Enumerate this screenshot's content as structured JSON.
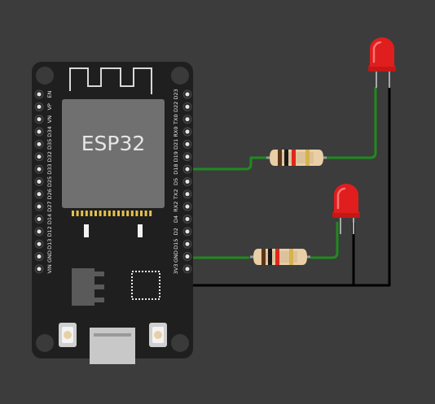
{
  "board": {
    "chip_label": "ESP32",
    "left_pins": [
      "EN",
      "VP",
      "VN",
      "D34",
      "D35",
      "D32",
      "D33",
      "D25",
      "D26",
      "D27",
      "D14",
      "D12",
      "D13",
      "GND",
      "VIN"
    ],
    "right_pins": [
      "D23",
      "D22",
      "TX0",
      "RX0",
      "D21",
      "D19",
      "D18",
      "D5",
      "TX2",
      "RX2",
      "D4",
      "D2",
      "D15",
      "GND",
      "3V3"
    ]
  },
  "components": [
    {
      "name": "led-top",
      "type": "led",
      "color": "#e01e1e"
    },
    {
      "name": "led-bottom",
      "type": "led",
      "color": "#e01e1e"
    },
    {
      "name": "resistor-top",
      "type": "resistor",
      "bands": [
        "#5a3418",
        "#1a1a1a",
        "#e0261e",
        "#d8b24a"
      ]
    },
    {
      "name": "resistor-bottom",
      "type": "resistor",
      "bands": [
        "#5a3418",
        "#1a1a1a",
        "#e0261e",
        "#d8b24a"
      ]
    }
  ],
  "colors": {
    "background": "#3c3c3c",
    "board": "#1f1f1f",
    "chip": "#6f6f6f",
    "signal_wire": "#1f8a1f",
    "ground_wire": "#000000"
  }
}
